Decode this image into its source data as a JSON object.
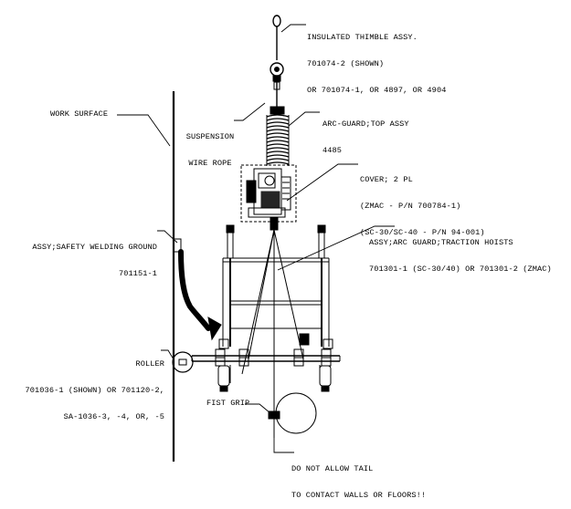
{
  "labels": {
    "thimble": {
      "line1": "INSULATED THIMBLE ASSY.",
      "line2": "701074-2 (SHOWN)",
      "line3": "OR 701074-1, OR 4897, OR 4904"
    },
    "work_surface": "WORK SURFACE",
    "suspension": {
      "line1": "SUSPENSION",
      "line2": "WIRE ROPE"
    },
    "arc_guard_top": {
      "line1": "ARC-GUARD;TOP ASSY",
      "line2": "4485"
    },
    "cover": {
      "line1": "COVER; 2 PL",
      "line2": "(ZMAC - P/N 700784-1)",
      "line3": "(SC-30/SC-40 - P/N 94-001)"
    },
    "safety_ground": {
      "line1": "ASSY;SAFETY WELDING GROUND",
      "line2": "701151-1"
    },
    "arc_guard_hoists": {
      "line1": "ASSY;ARC GUARD;TRACTION HOISTS",
      "line2": "701301-1 (SC-30/40) OR 701301-2 (ZMAC)"
    },
    "roller": {
      "line1": "ROLLER",
      "line2": "701036-1 (SHOWN) OR 701120-2,",
      "line3": "SA-1036-3, -4, OR, -5"
    },
    "fist_grip": "FIST GRIP",
    "tail_warning": {
      "line1": "DO NOT ALLOW TAIL",
      "line2": "TO CONTACT WALLS OR FLOORS!!"
    }
  }
}
